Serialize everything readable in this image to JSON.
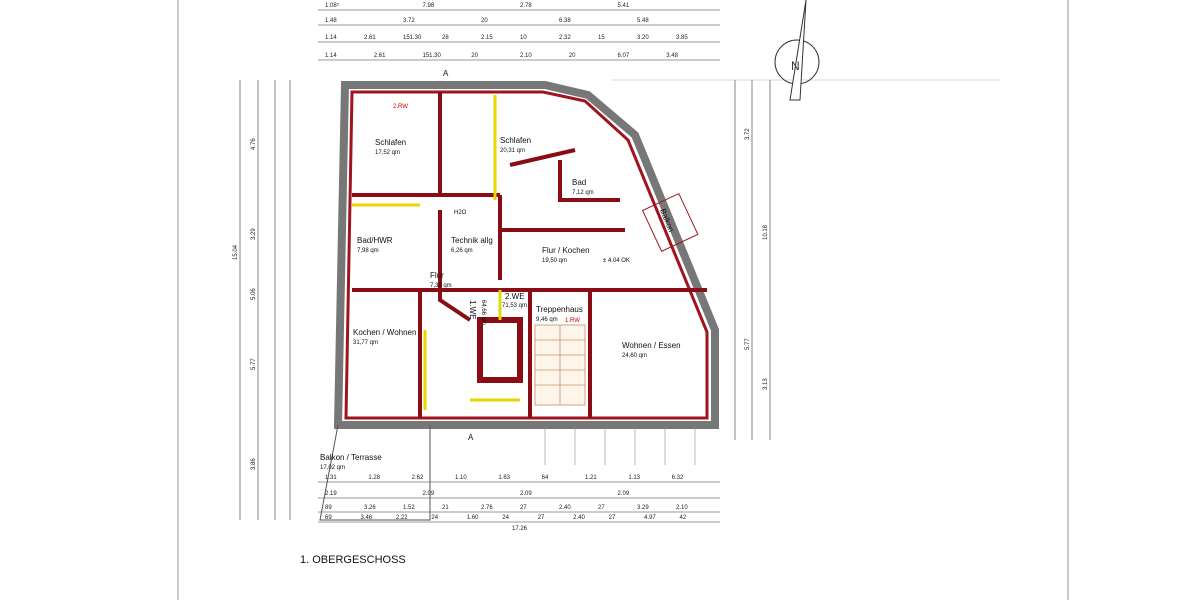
{
  "title": "1. OBERGESCHOSS",
  "rooms": [
    {
      "name": "Schlafen",
      "area": "17,52 qm"
    },
    {
      "name": "Schlafen",
      "area": "20,31 qm"
    },
    {
      "name": "Bad",
      "area": "7,12 qm"
    },
    {
      "name": "Bad/HWR",
      "area": "7,98 qm"
    },
    {
      "name": "Technik allg",
      "area": "6,26 qm"
    },
    {
      "name": "Flur / Kochen",
      "area": "19,50 qm"
    },
    {
      "name": "Flur",
      "area": "7,39 qm"
    },
    {
      "name": "Kochen / Wohnen",
      "area": "31,77 qm"
    },
    {
      "name": "Treppenhaus",
      "area": "9,46 qm"
    },
    {
      "name": "Wohnen / Essen",
      "area": "24,60 qm"
    },
    {
      "name": "Balkon / Terrasse",
      "area": "17,02 qm"
    }
  ],
  "units": [
    {
      "name": "2.WE",
      "area": "71,53 qm"
    },
    {
      "name": "1.WE",
      "area": "64,66 qm"
    }
  ],
  "balcony_label": "Balkon",
  "level_label": "± 4.04 OK",
  "marks": [
    "2.RW",
    "1.RW",
    "H2O"
  ],
  "section_label": "A",
  "dims_top": [
    [
      "1.08⁵",
      "7.98",
      "2.78",
      "5.41"
    ],
    [
      "1.48",
      "3.72",
      "20",
      "6.38",
      "5.48"
    ],
    [
      "1.14",
      "2.61",
      "151.30",
      "28",
      "2.15",
      "10",
      "2.32",
      "15",
      "3.20",
      "3.85"
    ],
    [
      "1.14",
      "2.61",
      "151.30",
      "20",
      "2.10",
      "20",
      "6.07",
      "3.48"
    ]
  ],
  "dims_bottom": [
    [
      "1.31",
      "1.28",
      "2.62",
      "1.10",
      "1.63",
      "64",
      "1.21",
      "1.13",
      "6.32"
    ],
    [
      "2.19",
      "2.09",
      "2.09",
      "2.09"
    ],
    [
      "89",
      "3.26",
      "1.52",
      "21",
      "2.76",
      "27",
      "2.40",
      "27",
      "3.29",
      "2.10"
    ],
    [
      "69",
      "3.46",
      "2.22",
      "24",
      "1.60",
      "24",
      "27",
      "2.40",
      "27",
      "4.97",
      "42"
    ],
    [
      "17.26"
    ]
  ],
  "dims_left": [
    "15.04",
    "4.76",
    "3.29",
    "5.06",
    "5.77",
    "3.86"
  ],
  "dims_right": [
    "3.72",
    "10.18",
    "5.77",
    "3.13"
  ]
}
